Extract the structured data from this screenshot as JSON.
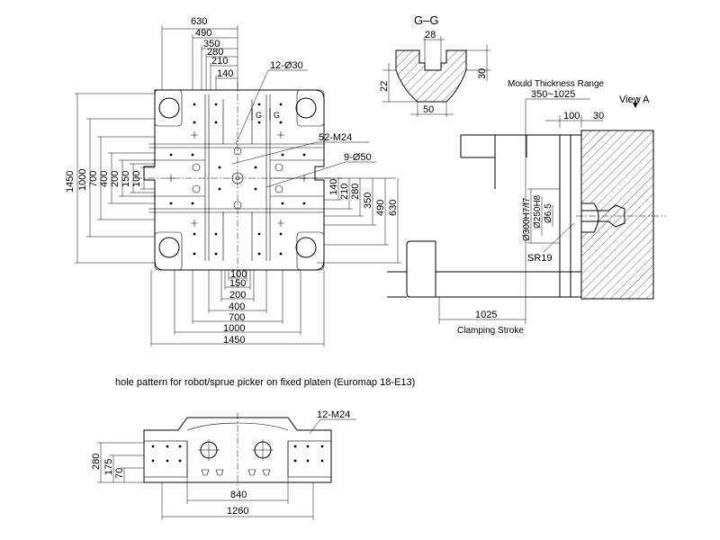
{
  "front_view": {
    "hole_label_30": "12-Ø30",
    "hole_label_m24": "52-M24",
    "hole_label_50": "9-Ø50",
    "section_marker": "G",
    "top_dims": [
      "630",
      "490",
      "350",
      "280",
      "210",
      "140"
    ],
    "left_dims": [
      "1450",
      "1000",
      "700",
      "400",
      "200",
      "150",
      "100"
    ],
    "right_dims": [
      "140",
      "210",
      "280",
      "350",
      "490",
      "630"
    ],
    "bottom_dims": [
      "100",
      "150",
      "200",
      "400",
      "700",
      "1000",
      "1450"
    ]
  },
  "section_gg": {
    "title": "G–G",
    "dims": [
      "28",
      "30",
      "22",
      "50"
    ]
  },
  "side_view": {
    "mould_range_title": "Mould Thickness Range",
    "mould_range_value": "350~1025",
    "view_a": "View A",
    "dims": [
      "100",
      "30"
    ],
    "fit_300": "Ø300H7/f7",
    "fit_250": "Ø250H8",
    "dia_65": "Ø6.5",
    "sr19": "SR19",
    "stroke_value": "1025",
    "stroke_label": "Clamping Stroke"
  },
  "robot_section": {
    "caption": "hole pattern for robot/sprue picker on fixed platen (Euromap 18-E13)",
    "hole_label": "12-M24",
    "dims": [
      "280",
      "175",
      "70",
      "840",
      "1260"
    ]
  }
}
